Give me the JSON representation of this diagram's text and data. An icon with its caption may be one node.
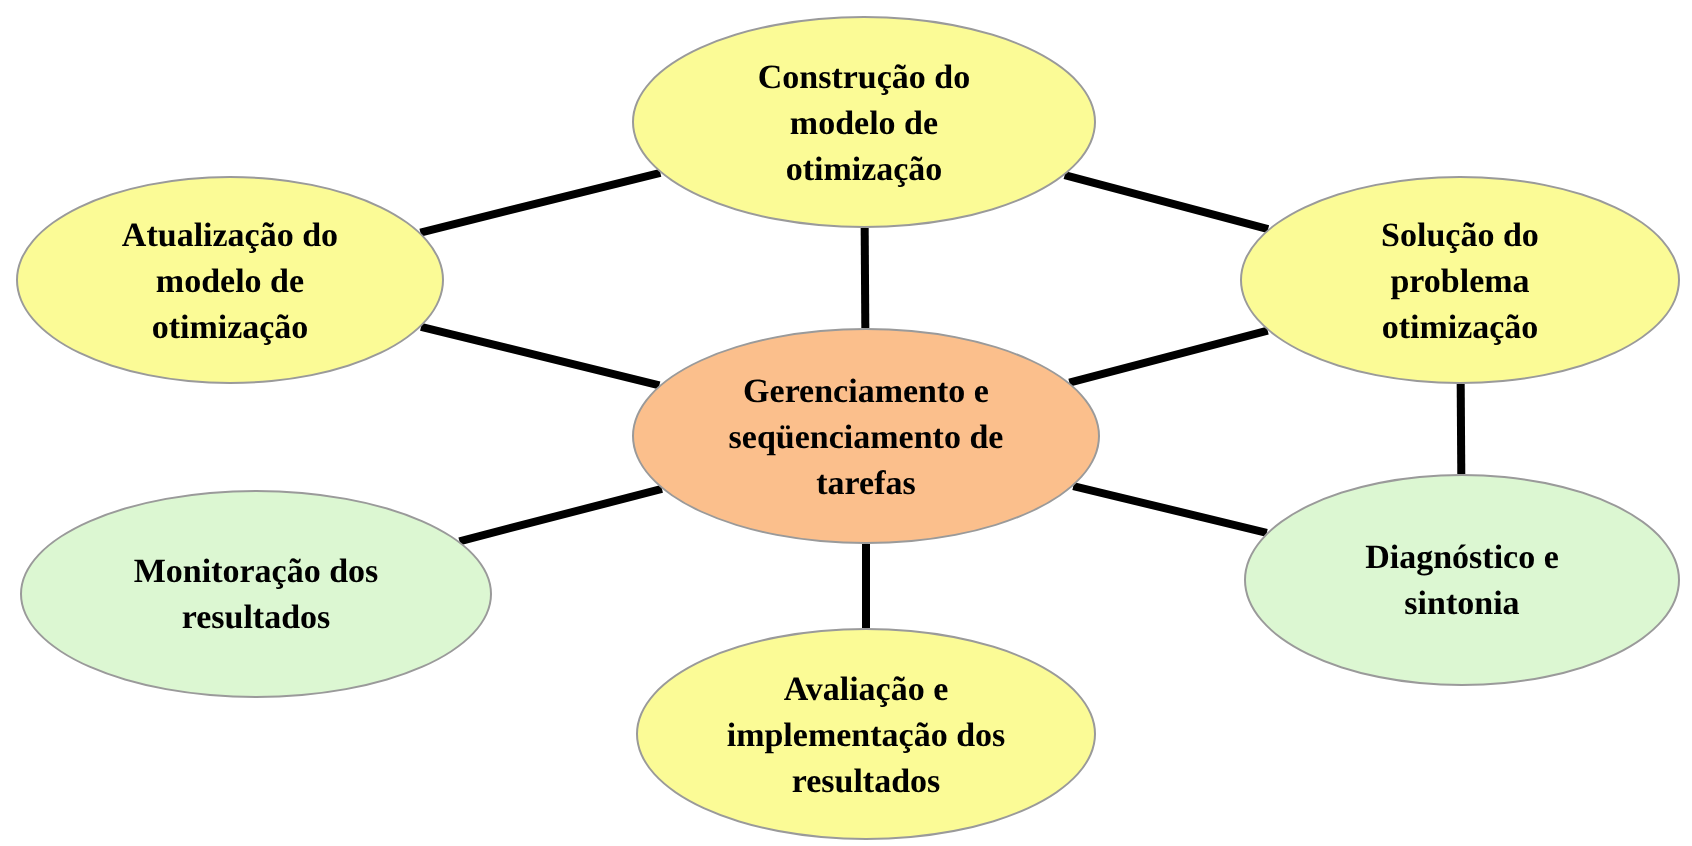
{
  "diagram": {
    "nodes": [
      {
        "text": [
          "Construção do modelo de otimização"
        ]
      },
      {
        "text": [
          "Atualização do modelo de otimização"
        ]
      },
      {
        "text": [
          "Solução do problema otimização"
        ]
      },
      {
        "text": [
          "Gerenciamento e seqüenciamento de tarefas"
        ]
      },
      {
        "text": [
          "Monitoração dos resultados"
        ]
      },
      {
        "text": [
          "Diagnóstico e sintonia"
        ]
      },
      {
        "text": [
          "Avaliação e implementação dos resultados"
        ]
      }
    ],
    "edges": [
      {
        "from": 0,
        "to": 1,
        "arrow": "none"
      },
      {
        "from": 0,
        "to": 2,
        "arrow": "none"
      },
      {
        "from": 0,
        "to": 3,
        "arrow": "none"
      },
      {
        "from": 1,
        "to": 3,
        "arrow": "none"
      },
      {
        "from": 2,
        "to": 3,
        "arrow": "none"
      },
      {
        "from": 2,
        "to": 5,
        "arrow": "none"
      },
      {
        "from": 3,
        "to": 4,
        "arrow": "none"
      },
      {
        "from": 3,
        "to": 5,
        "arrow": "none"
      },
      {
        "from": 3,
        "to": 6,
        "arrow": "none"
      }
    ]
  }
}
